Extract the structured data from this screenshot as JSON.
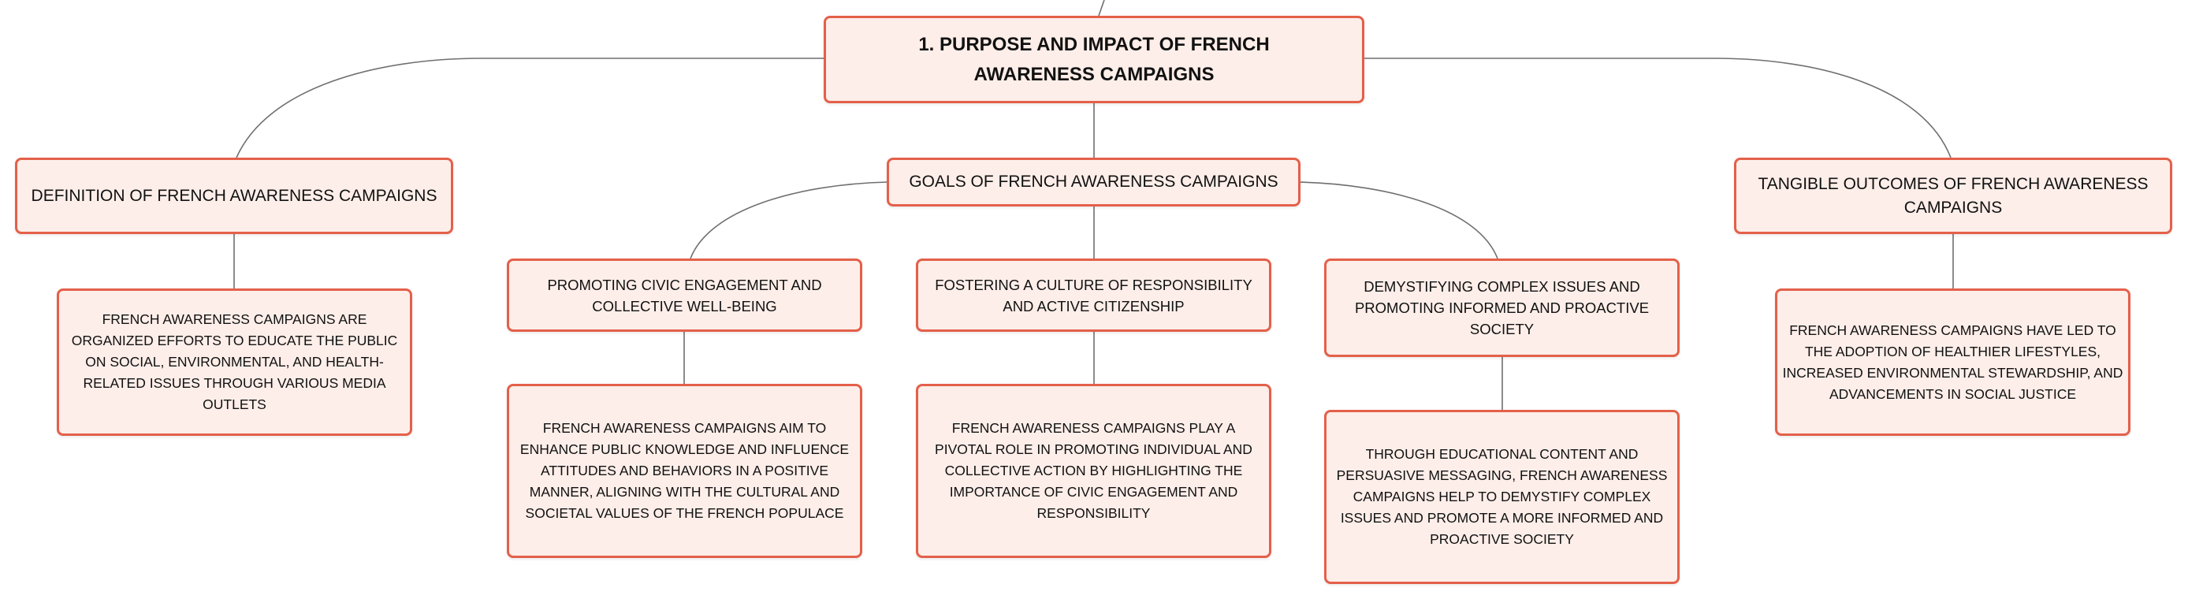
{
  "root": {
    "label": "1. PURPOSE AND IMPACT OF FRENCH AWARENESS CAMPAIGNS"
  },
  "definition": {
    "label": "DEFINITION OF FRENCH AWARENESS CAMPAIGNS",
    "detail": "FRENCH AWARENESS CAMPAIGNS ARE ORGANIZED EFFORTS TO EDUCATE THE PUBLIC ON SOCIAL, ENVIRONMENTAL, AND HEALTH-RELATED ISSUES THROUGH VARIOUS MEDIA OUTLETS"
  },
  "goals": {
    "label": "GOALS OF FRENCH AWARENESS CAMPAIGNS",
    "items": [
      {
        "label": "PROMOTING CIVIC ENGAGEMENT AND COLLECTIVE WELL-BEING",
        "detail": "FRENCH AWARENESS CAMPAIGNS AIM TO ENHANCE PUBLIC KNOWLEDGE AND INFLUENCE ATTITUDES AND BEHAVIORS IN A POSITIVE MANNER, ALIGNING WITH THE CULTURAL AND SOCIETAL VALUES OF THE FRENCH POPULACE"
      },
      {
        "label": "FOSTERING A CULTURE OF RESPONSIBILITY AND ACTIVE CITIZENSHIP",
        "detail": "FRENCH AWARENESS CAMPAIGNS PLAY A PIVOTAL ROLE IN PROMOTING INDIVIDUAL AND COLLECTIVE ACTION BY HIGHLIGHTING THE IMPORTANCE OF CIVIC ENGAGEMENT AND RESPONSIBILITY"
      },
      {
        "label": "DEMYSTIFYING COMPLEX ISSUES AND PROMOTING INFORMED AND PROACTIVE SOCIETY",
        "detail": "THROUGH EDUCATIONAL CONTENT AND PERSUASIVE MESSAGING, FRENCH AWARENESS CAMPAIGNS HELP TO DEMYSTIFY COMPLEX ISSUES AND PROMOTE A MORE INFORMED AND PROACTIVE SOCIETY"
      }
    ]
  },
  "outcomes": {
    "label": "TANGIBLE OUTCOMES OF FRENCH AWARENESS CAMPAIGNS",
    "detail": "FRENCH AWARENESS CAMPAIGNS HAVE LED TO THE ADOPTION OF HEALTHIER LIFESTYLES, INCREASED ENVIRONMENTAL STEWARDSHIP, AND ADVANCEMENTS IN SOCIAL JUSTICE"
  },
  "colors": {
    "node_fill": "#fdeee9",
    "node_border": "#e4604a",
    "connector": "#6f6f6f",
    "text": "#111111"
  }
}
